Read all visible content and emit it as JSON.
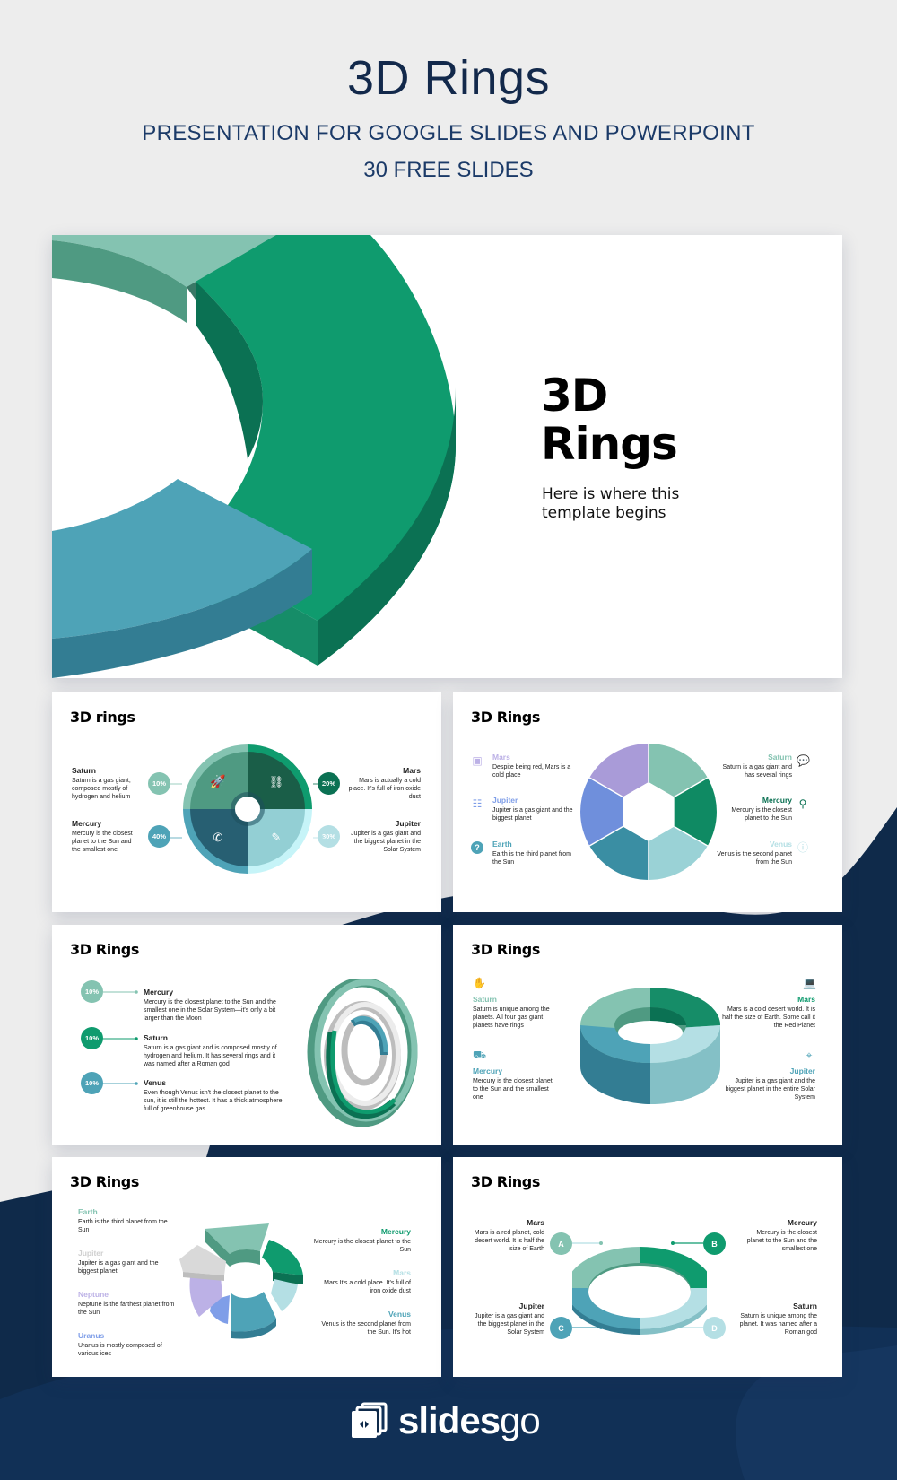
{
  "header": {
    "title": "3D Rings",
    "subtitle": "PRESENTATION FOR GOOGLE SLIDES AND POWERPOINT",
    "free_slides": "30 FREE SLIDES"
  },
  "colors": {
    "navy": "#0f2a4a",
    "header_text": "#13294b",
    "green": "#0f9b6e",
    "dark_green": "#0b7153",
    "mint": "#84c3b1",
    "teal": "#4ea3b7",
    "dark_teal": "#337d93",
    "light_teal": "#b4dfe4",
    "lavender": "#bcb1e6",
    "periwinkle": "#7f9ee8",
    "gray": "#d9d9d9"
  },
  "hero": {
    "title_line1": "3D",
    "title_line2": "Rings",
    "subtitle": "Here is where this template begins"
  },
  "slides": [
    {
      "title": "3D rings",
      "items": [
        {
          "name": "Saturn",
          "text": "Saturn is a gas giant, composed mostly of hydrogen and helium",
          "pct": "10%",
          "color": "#84c3b1",
          "icon": "rocket-icon"
        },
        {
          "name": "Mars",
          "text": "Mars is actually a cold place. It's full of iron oxide dust",
          "pct": "20%",
          "color": "#0b7153",
          "icon": "link-icon"
        },
        {
          "name": "Mercury",
          "text": "Mercury is the closest planet to the Sun and the smallest one",
          "pct": "40%",
          "color": "#4ea3b7",
          "icon": "phone-icon"
        },
        {
          "name": "Jupiter",
          "text": "Jupiter is a gas giant and the biggest planet in the Solar System",
          "pct": "30%",
          "color": "#b4dfe4",
          "icon": "pencil-icon"
        }
      ]
    },
    {
      "title": "3D Rings",
      "items": [
        {
          "name": "Mars",
          "text": "Despite being red, Mars is a cold place",
          "color": "#bcb1e6",
          "icon": "mailbox-icon"
        },
        {
          "name": "Jupiter",
          "text": "Jupiter is a gas giant and the biggest planet",
          "color": "#7f9ee8",
          "icon": "team-icon"
        },
        {
          "name": "Earth",
          "text": "Earth is the third planet from the Sun",
          "color": "#4ea3b7",
          "icon": "question-icon"
        },
        {
          "name": "Saturn",
          "text": "Saturn is a gas giant and has several rings",
          "color": "#84c3b1",
          "icon": "chat-icon"
        },
        {
          "name": "Mercury",
          "text": "Mercury is the closest planet to the Sun",
          "color": "#0b7153",
          "icon": "network-icon"
        },
        {
          "name": "Venus",
          "text": "Venus is the second planet from the Sun",
          "color": "#b4dfe4",
          "icon": "info-bubble-icon"
        }
      ]
    },
    {
      "title": "3D Rings",
      "items": [
        {
          "name": "Mercury",
          "text": "Mercury is the closest planet to the Sun and the smallest one in the Solar System—it's only a bit larger than the Moon",
          "pct": "10%",
          "color": "#84c3b1"
        },
        {
          "name": "Saturn",
          "text": "Saturn is a gas giant and is composed mostly of hydrogen and helium. It has several rings and it was named after a Roman god",
          "pct": "10%",
          "color": "#0f9b6e"
        },
        {
          "name": "Venus",
          "text": "Even though Venus isn't the closest planet to the sun, it is still the hottest. It has a thick atmosphere full of greenhouse gas",
          "pct": "10%",
          "color": "#4ea3b7"
        }
      ]
    },
    {
      "title": "3D Rings",
      "items": [
        {
          "name": "Saturn",
          "text": "Saturn is unique among the planets. All four gas giant planets have rings",
          "color": "#84c3b1",
          "icon": "hand-money-icon"
        },
        {
          "name": "Mercury",
          "text": "Mercury is the closest planet to the Sun and the smallest one",
          "color": "#4ea3b7",
          "icon": "delivery-truck-icon"
        },
        {
          "name": "Mars",
          "text": "Mars is a cold desert world. It is half the size of Earth. Some call it the Red Planet",
          "color": "#0f9b6e",
          "icon": "laptop-icon"
        },
        {
          "name": "Jupiter",
          "text": "Jupiter is a gas giant and the biggest planet in the entire Solar System",
          "color": "#4ea3b7",
          "icon": "location-pin-icon"
        }
      ]
    },
    {
      "title": "3D Rings",
      "items": [
        {
          "name": "Earth",
          "text": "Earth is the third planet from the Sun",
          "color": "#84c3b1"
        },
        {
          "name": "Jupiter",
          "text": "Jupiter is a gas giant and the biggest planet",
          "color": "#cfcfcf"
        },
        {
          "name": "Neptune",
          "text": "Neptune is the farthest planet from the Sun",
          "color": "#bcb1e6"
        },
        {
          "name": "Uranus",
          "text": "Uranus is mostly composed of various ices",
          "color": "#7f9ee8"
        },
        {
          "name": "Mercury",
          "text": "Mercury is the closest planet to the Sun",
          "color": "#0f9b6e"
        },
        {
          "name": "Mars",
          "text": "Mars It's a cold place. It's full of iron oxide dust",
          "color": "#b4dfe4"
        },
        {
          "name": "Venus",
          "text": "Venus is the second planet from the Sun. It's hot",
          "color": "#4ea3b7"
        }
      ]
    },
    {
      "title": "3D Rings",
      "items": [
        {
          "name": "Mars",
          "text": "Mars is a red planet, cold desert world. It is half the size of Earth",
          "letter": "A",
          "color": "#84c3b1"
        },
        {
          "name": "Mercury",
          "text": "Mercury is the closest planet to the Sun and the smallest one",
          "letter": "B",
          "color": "#0f9b6e"
        },
        {
          "name": "Jupiter",
          "text": "Jupiter is a gas giant and the biggest planet in the Solar System",
          "letter": "C",
          "color": "#4ea3b7"
        },
        {
          "name": "Saturn",
          "text": "Saturn is unique among the planet. It was named after a Roman god",
          "letter": "D",
          "color": "#b4dfe4"
        }
      ]
    }
  ],
  "footer": {
    "logo_word_bold": "slides",
    "logo_word_light": "go"
  }
}
